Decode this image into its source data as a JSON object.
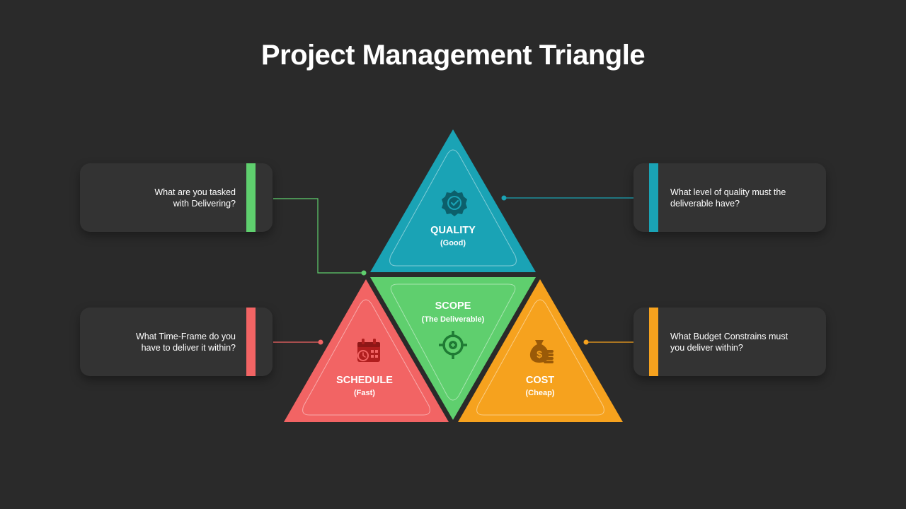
{
  "title": "Project Management Triangle",
  "colors": {
    "background": "#2a2a2a",
    "quality": "#1aa3b5",
    "scope": "#5fcf6e",
    "schedule": "#f26464",
    "cost": "#f6a21e"
  },
  "triangles": {
    "quality": {
      "name": "QUALITY",
      "sub": "(Good)",
      "icon": "quality-badge-icon"
    },
    "scope": {
      "name": "SCOPE",
      "sub": "(The Deliverable)",
      "icon": "target-icon"
    },
    "schedule": {
      "name": "SCHEDULE",
      "sub": "(Fast)",
      "icon": "calendar-clock-icon"
    },
    "cost": {
      "name": "COST",
      "sub": "(Cheap)",
      "icon": "money-bag-icon"
    }
  },
  "cards": {
    "scope": "What are you tasked\nwith Delivering?",
    "quality": "What level of quality must the\ndeliverable have?",
    "schedule": "What Time-Frame  do you\nhave to deliver it within?",
    "cost": "What Budget Constrains must\nyou deliver within?"
  }
}
